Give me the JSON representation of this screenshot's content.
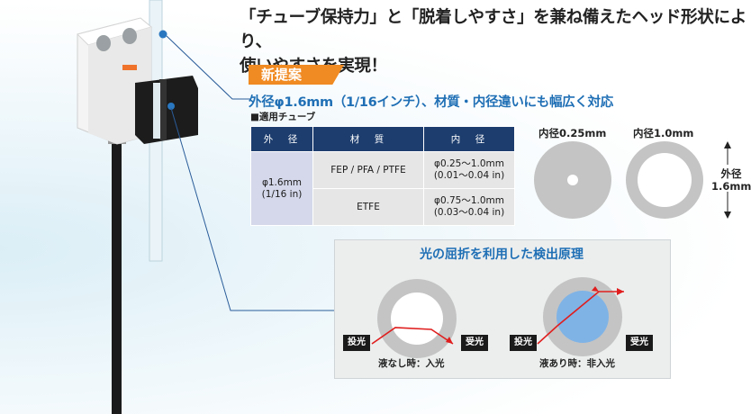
{
  "headline": {
    "line1": "「チューブ保持力」と「脱着しやすさ」を兼ね備えたヘッド形状により、",
    "line2": "使いやすさを実現！"
  },
  "badge": "新提案",
  "subheading": "外径φ1.6mm（1/16インチ）、材質・内径違いにも幅広く対応",
  "tube_label": "■適用チューブ",
  "table": {
    "headers": [
      "外　径",
      "材　質",
      "内　径"
    ],
    "outer_diameter": [
      "φ1.6mm",
      "(1/16 in)"
    ],
    "rows": [
      {
        "material": "FEP / PFA / PTFE",
        "inner_line1": "φ0.25〜1.0mm",
        "inner_line2": "(0.01〜0.04 in)"
      },
      {
        "material": "ETFE",
        "inner_line1": "φ0.75〜1.0mm",
        "inner_line2": "(0.03〜0.04 in)"
      }
    ]
  },
  "cross_section": {
    "label_small": "内径0.25mm",
    "label_large": "内径1.0mm",
    "outer_label_line1": "外径",
    "outer_label_line2": "1.6mm"
  },
  "principle": {
    "title": "光の屈折を利用した検出原理",
    "emitter": "投光",
    "receiver": "受光",
    "caption_empty": "液なし時：入光",
    "caption_liquid": "液あり時：非入光"
  },
  "colors": {
    "accent_blue": "#1f6fb5",
    "badge_orange": "#f08a22",
    "table_header": "#1d3d6e",
    "ring_gray": "#c2c2c2",
    "liquid_blue": "#7fb3e6",
    "ray_red": "#e01e1e"
  }
}
